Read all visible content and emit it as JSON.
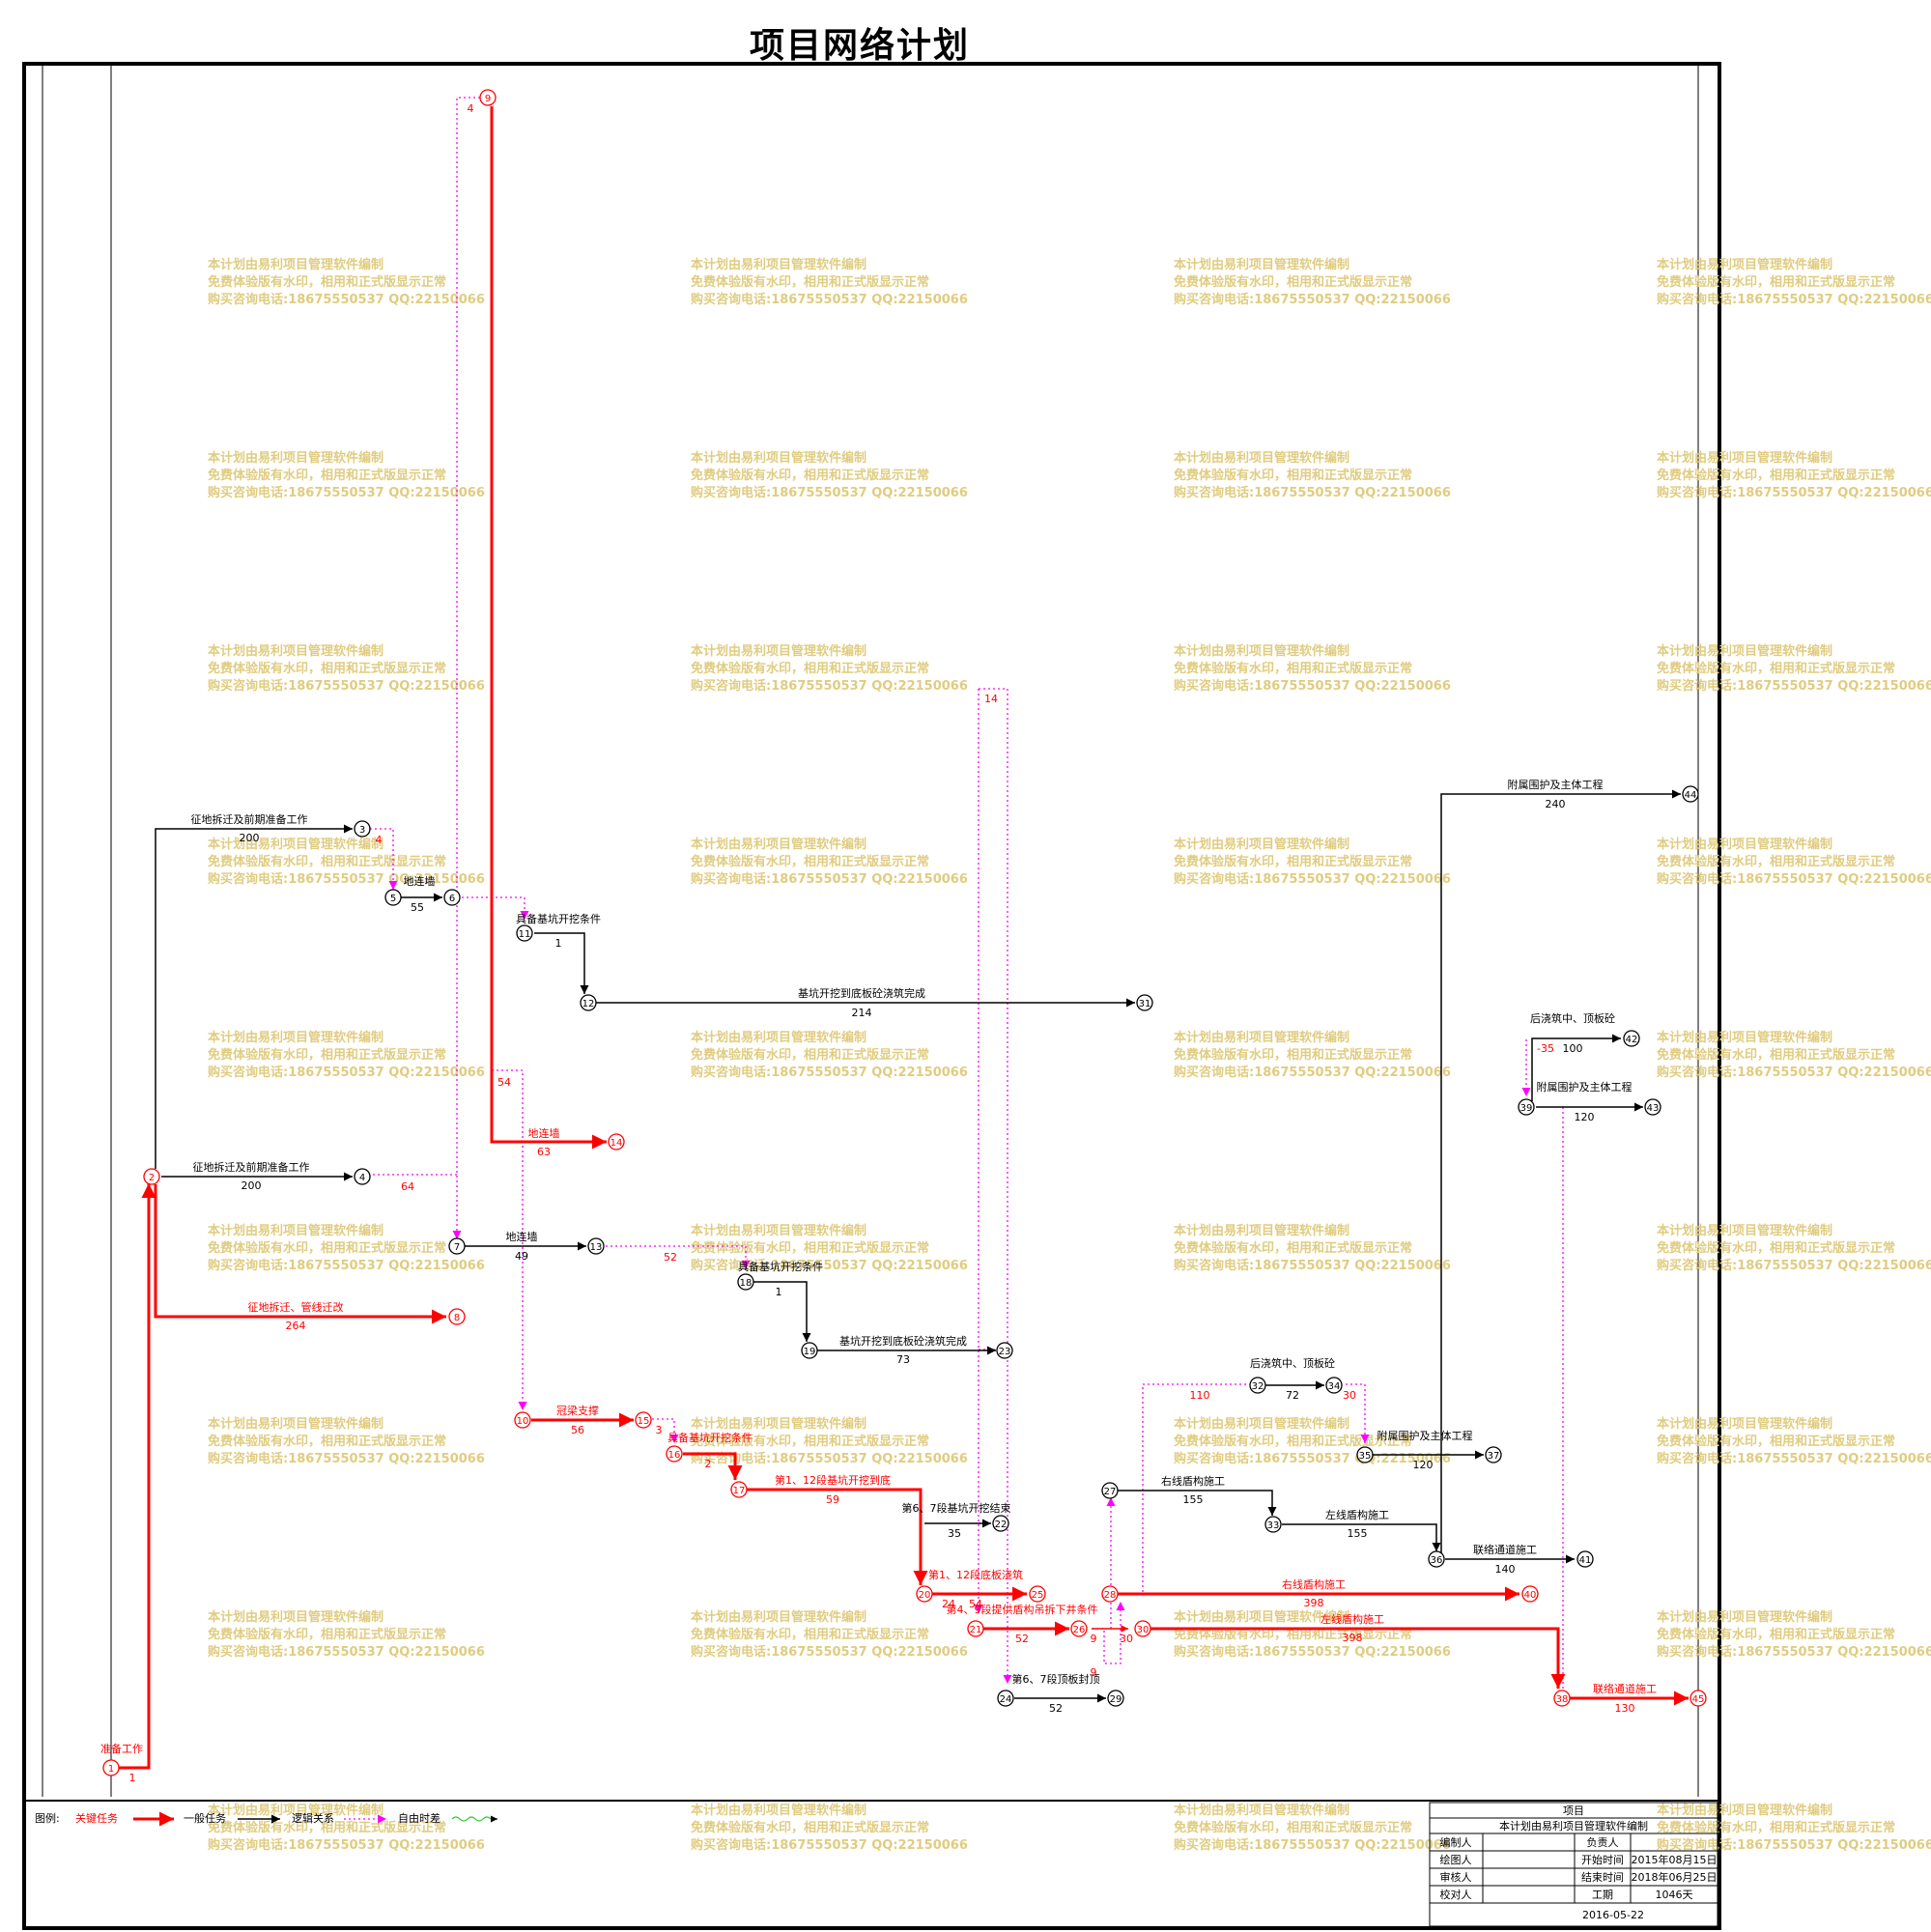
{
  "title": "项目网络计划",
  "colors": {
    "critical": "#ff0000",
    "normal": "#000000",
    "logic": "#ff00ff",
    "float_text": "#ff0000",
    "watermark": "#e0cc80",
    "legend_float": "#33cc33"
  },
  "watermark": [
    "本计划由易利项目管理软件编制",
    "免费体验版有水印，相用和正式版显示正常",
    "购买咨询电话:18675550537 QQ:22150066"
  ],
  "nodes": [
    "1",
    "2",
    "3",
    "4",
    "5",
    "6",
    "7",
    "8",
    "9",
    "10",
    "11",
    "12",
    "13",
    "14",
    "15",
    "16",
    "17",
    "18",
    "19",
    "20",
    "21",
    "22",
    "23",
    "24",
    "25",
    "26",
    "27",
    "28",
    "29",
    "30",
    "31",
    "32",
    "33",
    "34",
    "35",
    "36",
    "37",
    "38",
    "39",
    "40",
    "41",
    "42",
    "43",
    "44",
    "45"
  ],
  "tasks": {
    "t1_2": {
      "name": "准备工作",
      "dur": "1"
    },
    "t2_3": {
      "name": "征地拆迁及前期准备工作",
      "dur": "200"
    },
    "t2_4": {
      "name": "征地拆迁及前期准备工作",
      "dur": "200"
    },
    "t2_8": {
      "name": "征地拆迁、管线迁改",
      "dur": "264"
    },
    "t5_6": {
      "name": "地连墙",
      "dur": "55"
    },
    "t9_14": {
      "name": "地连墙",
      "dur": "63"
    },
    "t7_13": {
      "name": "地连墙",
      "dur": "49"
    },
    "t11_12": {
      "name": "具备基坑开挖条件",
      "dur": "1"
    },
    "t12_31": {
      "name": "基坑开挖到底板砼浇筑完成",
      "dur": "214"
    },
    "t18_19": {
      "name": "具备基坑开挖条件",
      "dur": "1"
    },
    "t19_23": {
      "name": "基坑开挖到底板砼浇筑完成",
      "dur": "73"
    },
    "t10_15": {
      "name": "冠梁支撑",
      "dur": "56"
    },
    "t16_17": {
      "name": "具备基坑开挖条件",
      "dur": "2"
    },
    "t17_20": {
      "name": "第1、12段基坑开挖到底",
      "dur": "59"
    },
    "t20_22": {
      "name": "第6、7段基坑开挖结束",
      "dur": "35"
    },
    "t20_25": {
      "name": "第1、12段底板浇筑",
      "dur": "24"
    },
    "t21_26": {
      "name": "第4、9段提供盾构吊拆下井条件",
      "dur": "52"
    },
    "t24_29": {
      "name": "第6、7段顶板封顶",
      "dur": "52"
    },
    "t27_33": {
      "name": "右线盾构施工",
      "dur": "155"
    },
    "t33_36": {
      "name": "左线盾构施工",
      "dur": "155"
    },
    "t28_40": {
      "name": "右线盾构施工",
      "dur": "398"
    },
    "t30_38": {
      "name": "左线盾构施工",
      "dur": "398"
    },
    "t32_34": {
      "name": "后浇筑中、顶板砼",
      "dur": "72"
    },
    "t35_37": {
      "name": "附属围护及主体工程",
      "dur": "120"
    },
    "t36_41": {
      "name": "联络通道施工",
      "dur": "140"
    },
    "t36_44": {
      "name": "附属围护及主体工程",
      "dur": "240"
    },
    "t39_42": {
      "name": "后浇筑中、顶板砼",
      "dur": "100"
    },
    "t39_43": {
      "name": "附属围护及主体工程",
      "dur": "120"
    },
    "t38_45": {
      "name": "联络通道施工",
      "dur": "130"
    }
  },
  "floats": {
    "f9": "4",
    "f3": "4",
    "f14": "54",
    "f4": "64",
    "f13": "52",
    "f23": "14",
    "f15": "3",
    "f21": "54",
    "f26": "9",
    "f26b": "9",
    "f30": "30",
    "f32": "110",
    "f34": "30",
    "f42": "-35"
  },
  "legend": {
    "prefix": "图例:",
    "critical": "关键任务",
    "normal": "一般任务",
    "logic": "逻辑关系",
    "float": "自由时差"
  },
  "info": {
    "project_label": "项目",
    "made_by": "本计划由易利项目管理软件编制",
    "rows": [
      [
        "编制人",
        "",
        "负责人",
        ""
      ],
      [
        "绘图人",
        "",
        "开始时间",
        "2015年08月15日"
      ],
      [
        "审核人",
        "",
        "结束时间",
        "2018年06月25日"
      ],
      [
        "校对人",
        "",
        "工期",
        "1046天"
      ]
    ],
    "date": "2016-05-22"
  }
}
